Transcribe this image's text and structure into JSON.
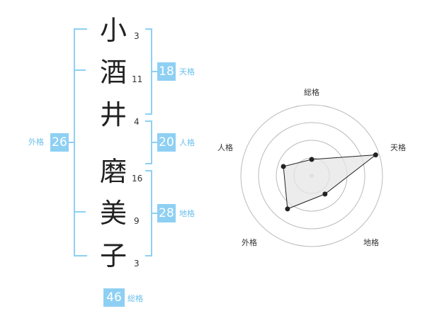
{
  "name": {
    "characters": [
      {
        "char": "小",
        "strokes": "3"
      },
      {
        "char": "酒",
        "strokes": "11"
      },
      {
        "char": "井",
        "strokes": "4"
      },
      {
        "char": "磨",
        "strokes": "16"
      },
      {
        "char": "美",
        "strokes": "9"
      },
      {
        "char": "子",
        "strokes": "3"
      }
    ]
  },
  "fortune": {
    "tenkaku": {
      "value": "18",
      "label": "天格"
    },
    "jinkaku": {
      "value": "20",
      "label": "人格"
    },
    "chikaku": {
      "value": "28",
      "label": "地格"
    },
    "gaikaku": {
      "value": "26",
      "label": "外格"
    },
    "soukaku": {
      "value": "46",
      "label": "総格"
    }
  },
  "radar": {
    "axes": [
      "総格",
      "天格",
      "地格",
      "外格",
      "人格"
    ],
    "values": [
      0.23,
      0.95,
      0.32,
      0.58,
      0.42
    ],
    "max": 1,
    "rings": 4,
    "color_line": "#222222",
    "color_fill": "#e6e6e6",
    "color_ring": "#bbbbbb"
  },
  "colors": {
    "accent": "#8ed0f3",
    "label": "#6cc0ec"
  }
}
